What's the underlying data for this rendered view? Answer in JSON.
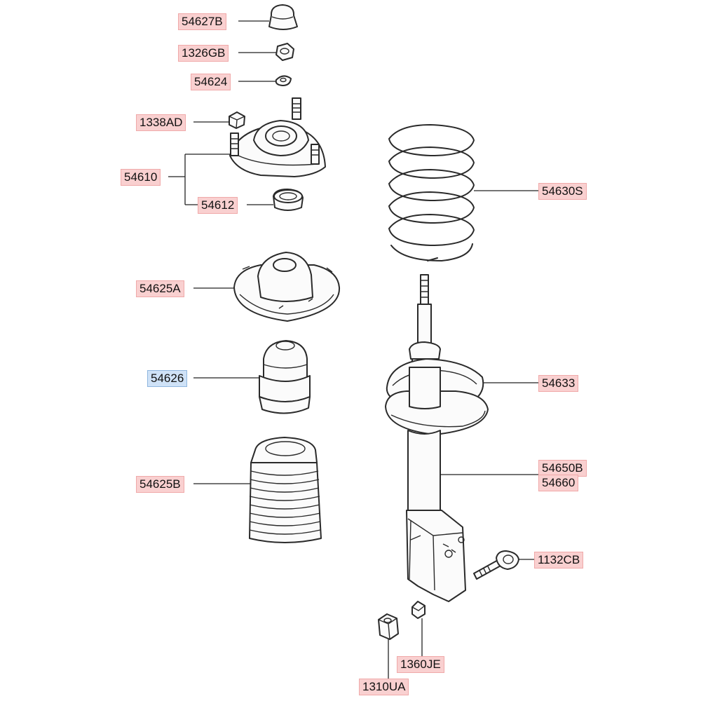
{
  "colors": {
    "label_bg": "#f9d0d0",
    "label_highlight_bg": "#cfe2f7",
    "line": "#2a2a2a"
  },
  "labels": {
    "p54627B": "54627B",
    "p1326GB": "1326GB",
    "p54624": "54624",
    "p1338AD": "1338AD",
    "p54610": "54610",
    "p54612": "54612",
    "p54625A": "54625A",
    "p54626": "54626",
    "p54625B": "54625B",
    "p54630S": "54630S",
    "p54633": "54633",
    "p54650B": "54650B",
    "p54660": "54660",
    "p1132CB": "1132CB",
    "p1360JE": "1360JE",
    "p1310UA": "1310UA"
  },
  "highlighted": "54626"
}
